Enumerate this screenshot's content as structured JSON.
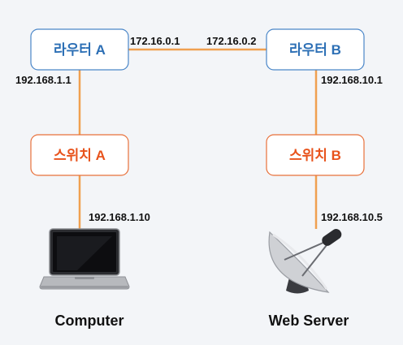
{
  "colors": {
    "background": "#f3f5f8",
    "router_text": "#2c6fb5",
    "router_border": "#4a86c8",
    "switch_text": "#e8531c",
    "switch_border": "#e8703a",
    "link": "#f0a050"
  },
  "routers": [
    {
      "label": "라우터 A"
    },
    {
      "label": "라우터 B"
    }
  ],
  "switches": [
    {
      "label": "스위치 A"
    },
    {
      "label": "스위치 B"
    }
  ],
  "ips": {
    "router_a_wan": "172.16.0.1",
    "router_b_wan": "172.16.0.2",
    "router_a_lan": "192.168.1.1",
    "router_b_lan": "192.168.10.1",
    "computer": "192.168.1.10",
    "server": "192.168.10.5"
  },
  "devices": {
    "computer": {
      "label": "Computer",
      "icon": "laptop-icon"
    },
    "server": {
      "label": "Web Server",
      "icon": "satellite-dish-icon"
    }
  }
}
